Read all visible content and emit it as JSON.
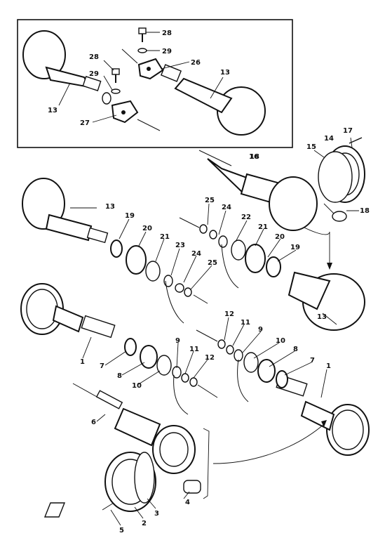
{
  "diagram": {
    "callouts": [
      {
        "id": "c28a",
        "text": "28"
      },
      {
        "id": "c29a",
        "text": "29"
      },
      {
        "id": "c26a",
        "text": "26"
      },
      {
        "id": "c13a",
        "text": "13"
      },
      {
        "id": "c28b",
        "text": "28"
      },
      {
        "id": "c29b",
        "text": "29"
      },
      {
        "id": "c13b",
        "text": "13"
      },
      {
        "id": "c27",
        "text": "27"
      },
      {
        "id": "c17",
        "text": "17"
      },
      {
        "id": "c14",
        "text": "14"
      },
      {
        "id": "c15",
        "text": "15"
      },
      {
        "id": "c18a",
        "text": "18"
      },
      {
        "id": "c16",
        "text": "16"
      },
      {
        "id": "c13c",
        "text": "13"
      },
      {
        "id": "c19a",
        "text": "19"
      },
      {
        "id": "c20a",
        "text": "20"
      },
      {
        "id": "c21a",
        "text": "21"
      },
      {
        "id": "c23a",
        "text": "23"
      },
      {
        "id": "c24a",
        "text": "24"
      },
      {
        "id": "c25a",
        "text": "25"
      },
      {
        "id": "c25b",
        "text": "25"
      },
      {
        "id": "c24b",
        "text": "24"
      },
      {
        "id": "c22",
        "text": "22"
      },
      {
        "id": "c21b",
        "text": "21"
      },
      {
        "id": "c20b",
        "text": "20"
      },
      {
        "id": "c19b",
        "text": "19"
      },
      {
        "id": "c13d",
        "text": "13"
      },
      {
        "id": "c12a",
        "text": "12"
      },
      {
        "id": "c11a",
        "text": "11"
      },
      {
        "id": "c9a",
        "text": "9"
      },
      {
        "id": "c10a",
        "text": "10"
      },
      {
        "id": "c8a",
        "text": "8"
      },
      {
        "id": "c7a",
        "text": "7"
      },
      {
        "id": "c1a",
        "text": "1"
      },
      {
        "id": "c1b",
        "text": "1"
      },
      {
        "id": "c7b",
        "text": "7"
      },
      {
        "id": "c8b",
        "text": "8"
      },
      {
        "id": "c10b",
        "text": "10"
      },
      {
        "id": "c9b",
        "text": "9"
      },
      {
        "id": "c11b",
        "text": "11"
      },
      {
        "id": "c12b",
        "text": "12"
      },
      {
        "id": "c6",
        "text": "6"
      },
      {
        "id": "c4",
        "text": "4"
      },
      {
        "id": "c3",
        "text": "3"
      },
      {
        "id": "c2",
        "text": "2"
      },
      {
        "id": "c5",
        "text": "5"
      }
    ]
  }
}
